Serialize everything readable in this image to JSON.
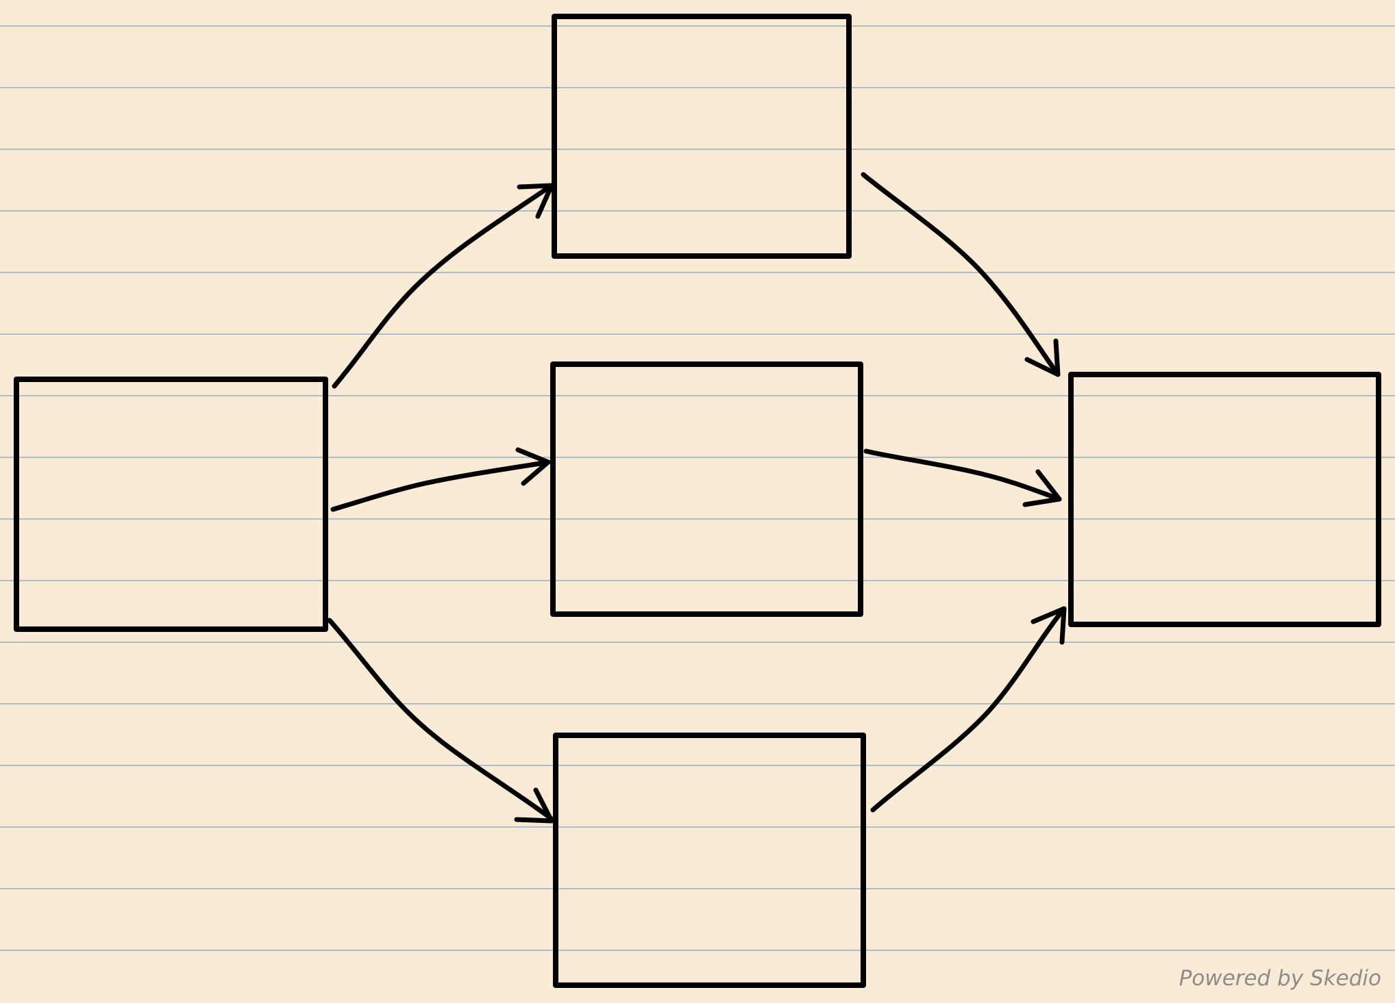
{
  "canvas": {
    "background_color": "#FAEBD7",
    "rule_line_color": "#7FA1C3",
    "stroke_color": "#000000",
    "watermark_color": "#8C8C8C"
  },
  "watermark": {
    "text": "Powered by Skedio"
  },
  "diagram": {
    "type": "flow",
    "nodes": [
      {
        "id": "source",
        "label": ""
      },
      {
        "id": "upper-middle",
        "label": ""
      },
      {
        "id": "center-middle",
        "label": ""
      },
      {
        "id": "lower-middle",
        "label": ""
      },
      {
        "id": "target",
        "label": ""
      }
    ],
    "edges": [
      {
        "from": "source",
        "to": "upper-middle"
      },
      {
        "from": "source",
        "to": "center-middle"
      },
      {
        "from": "source",
        "to": "lower-middle"
      },
      {
        "from": "upper-middle",
        "to": "target"
      },
      {
        "from": "center-middle",
        "to": "target"
      },
      {
        "from": "lower-middle",
        "to": "target"
      }
    ]
  }
}
